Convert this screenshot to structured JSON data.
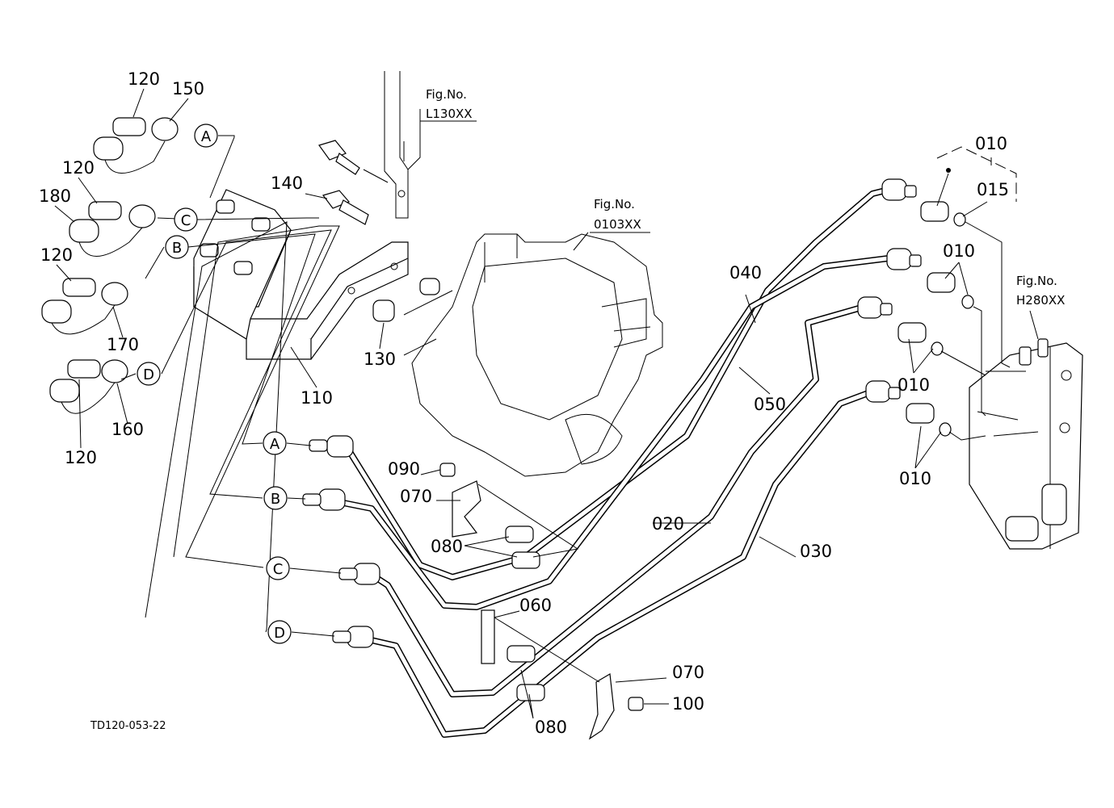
{
  "diagram": {
    "document_id": "TD120-053-22",
    "part_labels": [
      "120",
      "150",
      "120",
      "180",
      "120",
      "170",
      "120",
      "160",
      "140",
      "110",
      "130",
      "040",
      "050",
      "010",
      "015",
      "010",
      "010",
      "010",
      "020",
      "030",
      "090",
      "070",
      "080",
      "060",
      "070",
      "100",
      "080"
    ],
    "connection_letters": [
      "A",
      "C",
      "B",
      "D",
      "A",
      "B",
      "C",
      "D"
    ],
    "figure_refs": [
      {
        "line1": "Fig.No.",
        "line2": "L130XX"
      },
      {
        "line1": "Fig.No.",
        "line2": "0103XX"
      },
      {
        "line1": "Fig.No.",
        "line2": "H280XX"
      }
    ],
    "colors": {
      "line": "#000000",
      "background": "#ffffff"
    }
  }
}
